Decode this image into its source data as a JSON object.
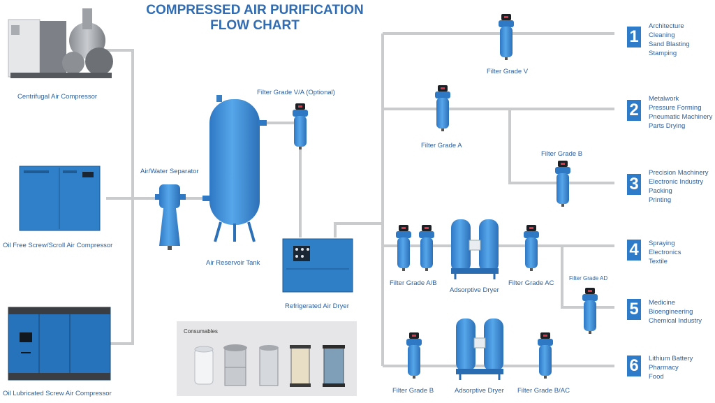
{
  "title": {
    "line1": "COMPRESSED AIR PURIFICATION",
    "line2": "FLOW CHART"
  },
  "colors": {
    "pipe": "#c9cbcd",
    "equipment": "#3f8fd6",
    "accent": "#2e7bc9",
    "text": "#2a5f9e"
  },
  "compressors": [
    {
      "label": "Centrifugal Air Compressor"
    },
    {
      "label": "Oil Free Screw/Scroll Air Compressor"
    },
    {
      "label": "Oil Lubricated Screw Air Compressor"
    }
  ],
  "equipment": {
    "separator": "Air/Water Separator",
    "tank": "Air Reservoir Tank",
    "filter_va": "Filter Grade V/A (Optional)",
    "dryer": "Refrigerated Air Dryer",
    "filter_v": "Filter Grade V",
    "filter_a": "Filter Grade A",
    "filter_b_top": "Filter Grade B",
    "filter_ab": "Filter Grade A/B",
    "ads_dryer_1": "Adsorptive Dryer",
    "filter_ac": "Filter Grade AC",
    "filter_ad": "Filter Grade AD",
    "filter_b_bottom": "Filter Grade B",
    "ads_dryer_2": "Adsorptive Dryer",
    "filter_bac": "Filter Grade B/AC"
  },
  "applications": [
    {
      "num": "1",
      "items": [
        "Architecture",
        "Cleaning",
        "Sand Blasting",
        "Stamping"
      ]
    },
    {
      "num": "2",
      "items": [
        "Metalwork",
        "Pressure Forming",
        "Pneumatic Machinery",
        "Parts Drying"
      ]
    },
    {
      "num": "3",
      "items": [
        "Precision Machinery",
        "Electronic Industry",
        "Packing",
        "Printing"
      ]
    },
    {
      "num": "4",
      "items": [
        "Spraying",
        "Electronics",
        "Textile"
      ]
    },
    {
      "num": "5",
      "items": [
        "Medicine",
        "Bioengineering",
        "Chemical Industry"
      ]
    },
    {
      "num": "6",
      "items": [
        "Lithium Battery",
        "Pharmacy",
        "Food"
      ]
    }
  ],
  "consumables": {
    "label": "Consumables",
    "items": [
      "oil-filter-icon",
      "oil-separator-icon",
      "separator-element-icon",
      "air-filter-icon",
      "air-filter-cartridge-icon"
    ]
  }
}
